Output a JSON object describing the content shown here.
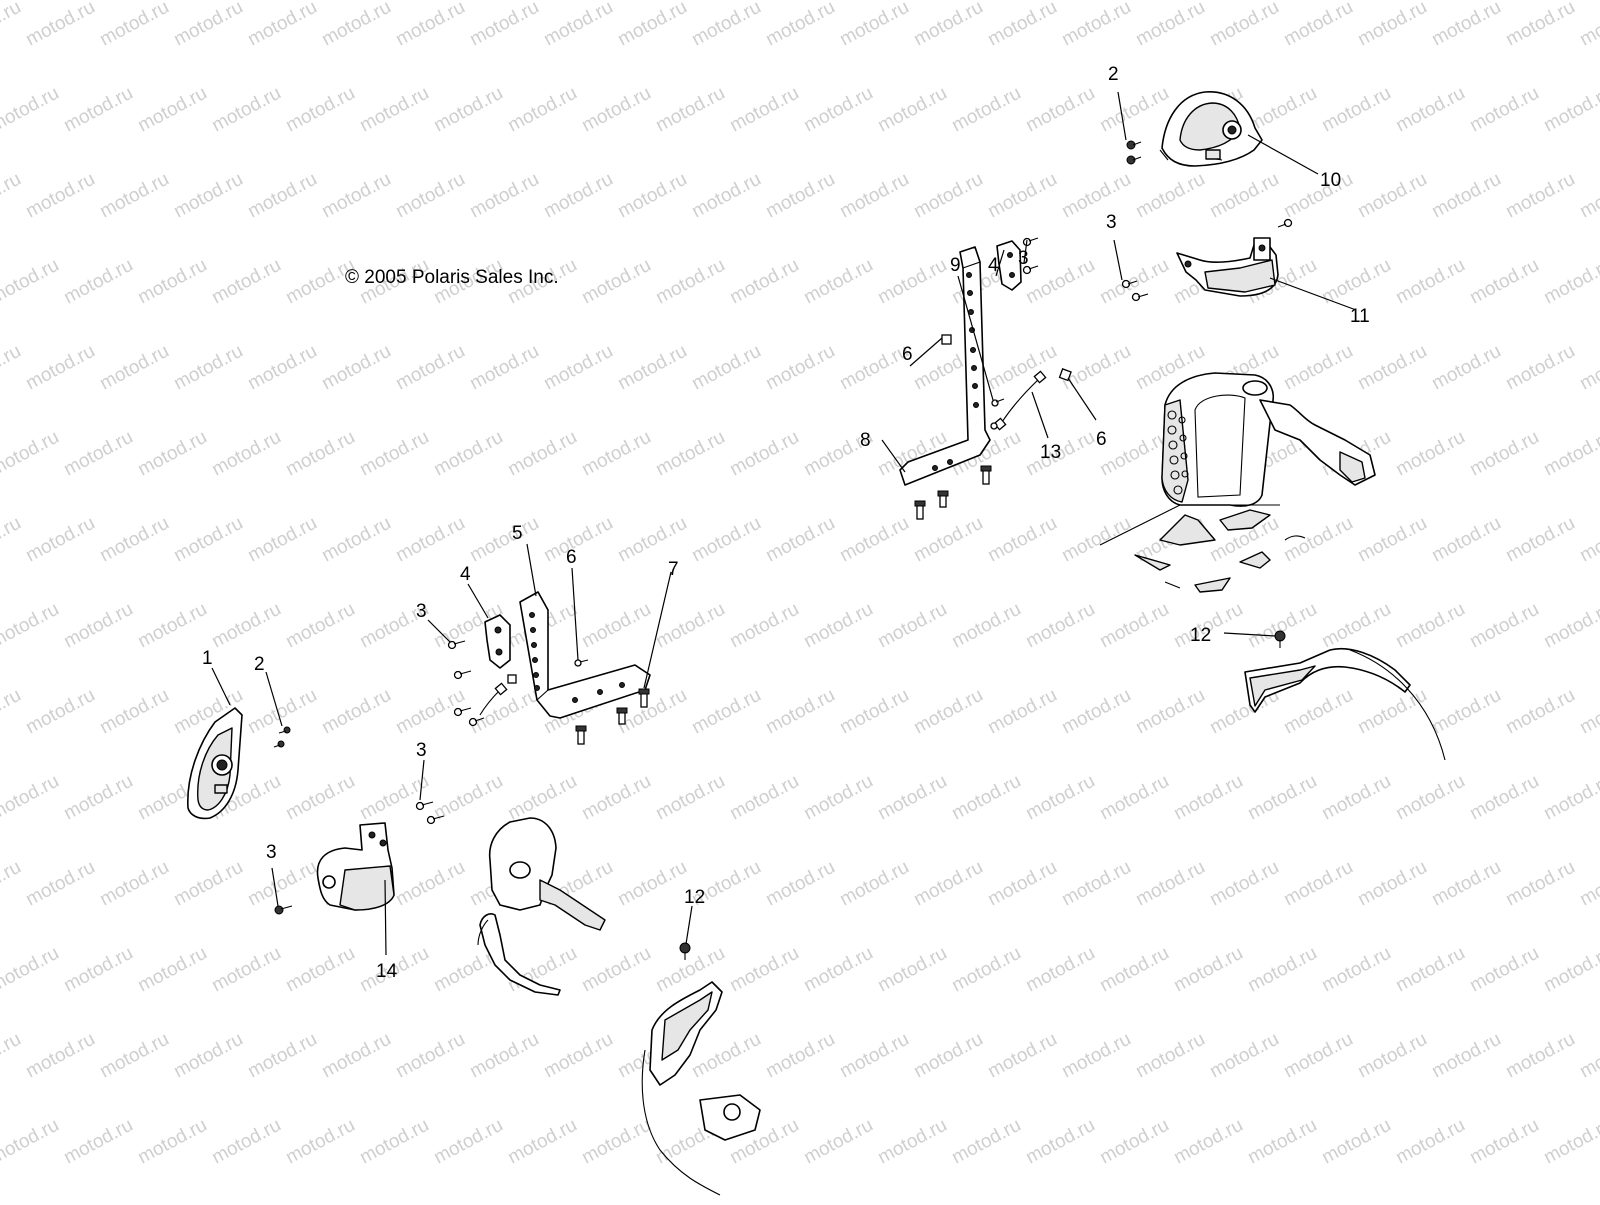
{
  "watermark": {
    "text": "motod.ru"
  },
  "copyright": {
    "text": "© 2005 Polaris Sales Inc."
  },
  "callouts": [
    {
      "id": "c-2-top",
      "label": "2"
    },
    {
      "id": "c-10",
      "label": "10"
    },
    {
      "id": "c-3-top-right",
      "label": "3"
    },
    {
      "id": "c-11",
      "label": "11"
    },
    {
      "id": "c-9",
      "label": "9"
    },
    {
      "id": "c-4-right",
      "label": "4"
    },
    {
      "id": "c-3-right",
      "label": "3"
    },
    {
      "id": "c-6-right-a",
      "label": "6"
    },
    {
      "id": "c-8",
      "label": "8"
    },
    {
      "id": "c-13",
      "label": "13"
    },
    {
      "id": "c-6-right-b",
      "label": "6"
    },
    {
      "id": "c-12-right",
      "label": "12"
    },
    {
      "id": "c-5",
      "label": "5"
    },
    {
      "id": "c-6-left",
      "label": "6"
    },
    {
      "id": "c-7",
      "label": "7"
    },
    {
      "id": "c-4-left",
      "label": "4"
    },
    {
      "id": "c-3-left-a",
      "label": "3"
    },
    {
      "id": "c-1",
      "label": "1"
    },
    {
      "id": "c-2-left",
      "label": "2"
    },
    {
      "id": "c-3-left-b",
      "label": "3"
    },
    {
      "id": "c-3-left-c",
      "label": "3"
    },
    {
      "id": "c-14",
      "label": "14"
    },
    {
      "id": "c-12-left",
      "label": "12"
    }
  ],
  "colors": {
    "background": "#ffffff",
    "line": "#000000",
    "watermark": "#cfcfcf"
  }
}
